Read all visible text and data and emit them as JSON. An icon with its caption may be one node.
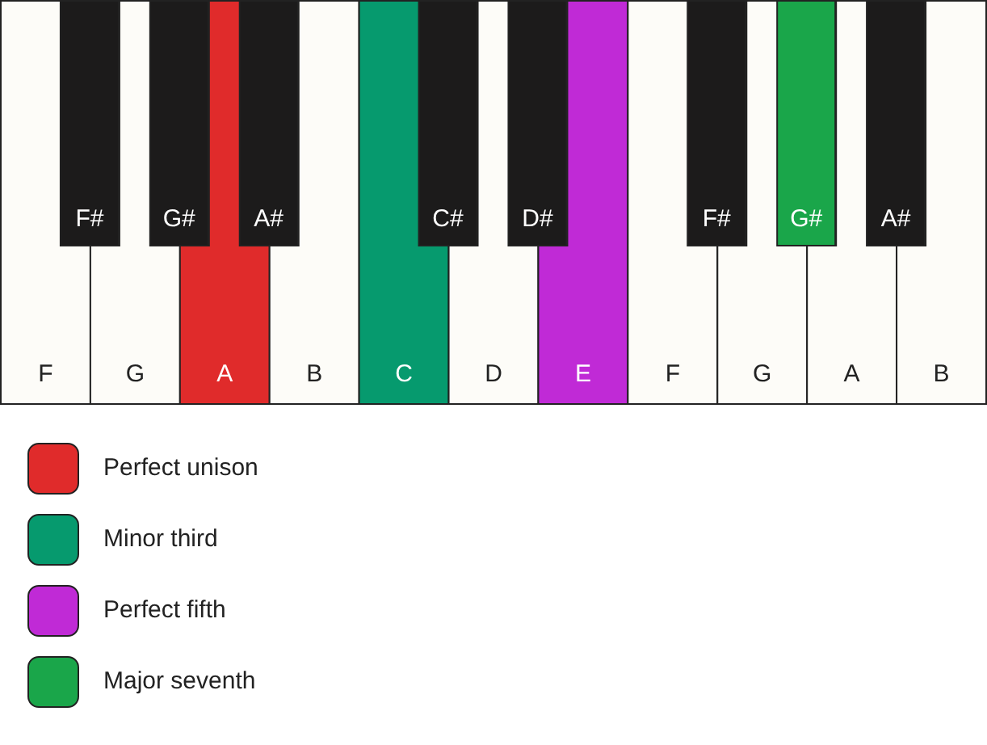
{
  "diagram": {
    "nodes": [
      {
        "text": [
          "F#"
        ]
      },
      {
        "text": [
          "G#"
        ]
      },
      {
        "text": [
          "A#"
        ]
      },
      {
        "text": [
          "C#"
        ]
      },
      {
        "text": [
          "D#"
        ]
      },
      {
        "text": [
          "F#"
        ]
      },
      {
        "text": [
          "G#"
        ]
      },
      {
        "text": [
          "A#"
        ]
      },
      {
        "text": [
          "F"
        ]
      },
      {
        "text": [
          "G"
        ]
      },
      {
        "text": [
          "A"
        ]
      },
      {
        "text": [
          "B"
        ]
      },
      {
        "text": [
          "C"
        ]
      },
      {
        "text": [
          "D"
        ]
      },
      {
        "text": [
          "E"
        ]
      },
      {
        "text": [
          "F"
        ]
      },
      {
        "text": [
          "G"
        ]
      },
      {
        "text": [
          "A"
        ]
      },
      {
        "text": [
          "B"
        ]
      }
    ],
    "legend": [
      {
        "text": "Perfect unison",
        "color": "#e02b2b"
      },
      {
        "text": "Minor third",
        "color": "#069a6e"
      },
      {
        "text": "Perfect fifth",
        "color": "#c02ad6"
      },
      {
        "text": "Major seventh",
        "color": "#1aa64a"
      }
    ]
  }
}
